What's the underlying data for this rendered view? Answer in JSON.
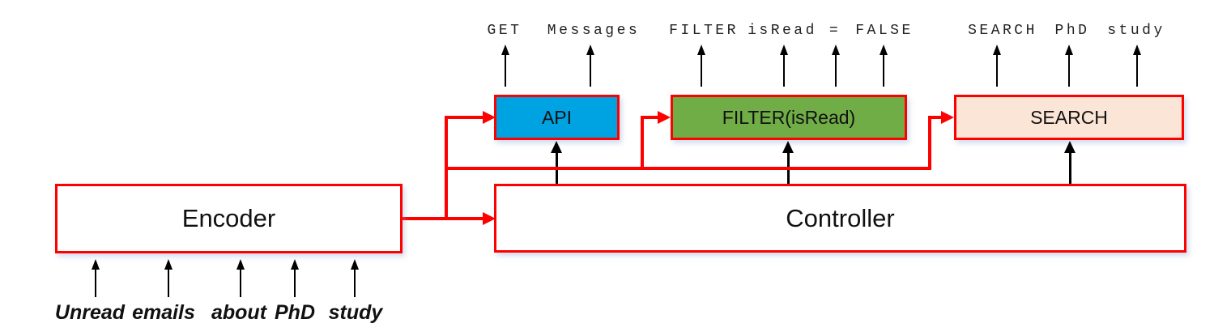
{
  "diagram": {
    "encoder": {
      "label": "Encoder"
    },
    "controller": {
      "label": "Controller"
    },
    "modules": [
      {
        "id": "api",
        "label": "API",
        "fill": "#00a3e2",
        "outputs": [
          "GET",
          "Messages"
        ]
      },
      {
        "id": "filter",
        "label": "FILTER(isRead)",
        "fill": "#70ad47",
        "outputs": [
          "FILTER",
          "isRead",
          "=",
          "FALSE"
        ]
      },
      {
        "id": "search",
        "label": "SEARCH",
        "fill": "#fbe5d6",
        "outputs": [
          "SEARCH",
          "PhD",
          "study"
        ]
      }
    ],
    "input_tokens": [
      "Unread",
      "emails",
      "about",
      "PhD",
      "study"
    ],
    "colors": {
      "box_border": "#ff0000",
      "connector_red": "#ff0000",
      "arrow_black": "#000000",
      "background": "#ffffff",
      "text": "#111111"
    }
  }
}
